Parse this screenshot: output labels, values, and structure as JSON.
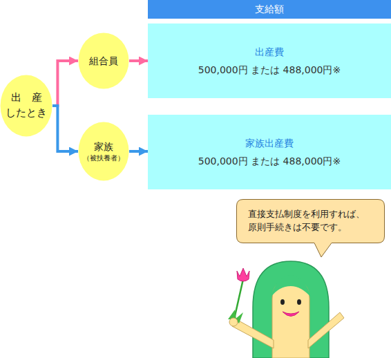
{
  "diagram": {
    "nodes": [
      {
        "text": [
          "支給額"
        ]
      },
      {
        "text": [
          "出　産 したとき"
        ]
      },
      {
        "text": [
          "組合員"
        ]
      },
      {
        "text": [
          "家族",
          "（被扶養者）"
        ]
      },
      {
        "text": [
          "出産費",
          "500,000円 または 488,000円※"
        ]
      },
      {
        "text": [
          "家族出産費",
          "500,000円 または 488,000円※"
        ]
      },
      {
        "text": [
          "直接支払制度を利用すれば、 原則手続きは不要です。"
        ]
      }
    ],
    "edges": [
      {
        "from": 1,
        "to": 2,
        "arrow": "to"
      },
      {
        "from": 1,
        "to": 3,
        "arrow": "to"
      },
      {
        "from": 2,
        "to": 4,
        "arrow": "to"
      },
      {
        "from": 3,
        "to": 5,
        "arrow": "to"
      }
    ]
  }
}
